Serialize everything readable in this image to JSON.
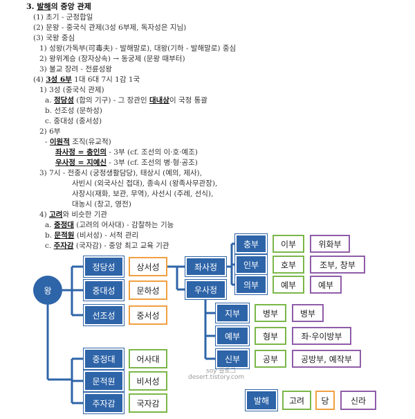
{
  "outline": {
    "heading_prefix": "3. ",
    "heading_u": "발해",
    "heading_rest": "의 중앙 관제",
    "l1": "(1) 초기 - 군정합일",
    "l2": "(2) 문왕 - 중국식 관제(3성 6부제, 독자성은 지님)",
    "l3": "(3) 국왕 중심",
    "l4": "1) 성왕(가독부(可毒夫) - 발해말로), 대왕(기하 - 발해말로) 중심",
    "l5": "2) 왕위계승 (장자상속) → 동궁제 (문왕 때부터)",
    "l6": "3) 불교 장려 - 전륜성왕",
    "l7_pre": "(4) ",
    "l7_u": "3성 6부",
    "l7_rest": " 1대 6대 7시 1감 1국",
    "l8": "1) 3성 (중국식 관제)",
    "l9_pre": "a. ",
    "l9_u": "정당성",
    "l9_mid": " (합의 기구) - 그 장관인 ",
    "l9_u2": "대내상",
    "l9_rest": "이 국정 통괄",
    "l10": "b. 선조성 (문하성)",
    "l11": "c. 중대성 (중서성)",
    "l12": "2) 6부",
    "l13_pre": "- ",
    "l13_u": "이원적",
    "l13_rest": " 조직(유교적)",
    "l14_u": "좌사정 = 충인의",
    "l14_rest": " - 3부 (cf. 조선의 이·호·예조)",
    "l15_u": "우사정 = 지예신",
    "l15_rest": " - 3부 (cf. 조선의 병·형·공조)",
    "l16": "3) 7시 - 전중시 (궁정생활담당), 태상시 (예의, 제사),",
    "l17": "사빈시 (외국사신 접대), 종속시 (왕족사무관장),",
    "l18": "사장시(재화, 보관, 무역), 사선시 (주례, 선식),",
    "l19": "대농시 (창고, 영전)",
    "l20_pre": "4) ",
    "l20_u": "고려",
    "l20_rest": "와 비슷한 기관",
    "l21_pre": "a. ",
    "l21_u": "중정대",
    "l21_rest": " (고려의 어사대) - 감찰하는 기능",
    "l22_pre": "b. ",
    "l22_u": "문적원",
    "l22_rest": " (비서성) - 서적 관리",
    "l23_pre": "c. ",
    "l23_u": "주자감",
    "l23_rest": " (국자감) - 중앙 최고 교육 기관"
  },
  "diagram": {
    "king": "왕",
    "samseong": [
      {
        "name": "정당성",
        "goryeo": "상서성"
      },
      {
        "name": "중대성",
        "goryeo": "문하성"
      },
      {
        "name": "선조성",
        "goryeo": "중서성"
      }
    ],
    "jwa": "좌사정",
    "u": "우사정",
    "jwa_bu": [
      {
        "name": "충부",
        "joseon": "이부",
        "tang": "위화부"
      },
      {
        "name": "인부",
        "joseon": "호부",
        "tang": "조부, 창부"
      },
      {
        "name": "의부",
        "joseon": "예부",
        "tang": "예부"
      }
    ],
    "u_bu": [
      {
        "name": "지부",
        "joseon": "병부",
        "tang": "병부"
      },
      {
        "name": "예부",
        "joseon": "형부",
        "tang": "좌·우이방부"
      },
      {
        "name": "신부",
        "joseon": "공부",
        "tang": "공방부, 예작부"
      }
    ],
    "others": [
      {
        "name": "중정대",
        "goryeo": "어사대"
      },
      {
        "name": "문적원",
        "goryeo": "비서성"
      },
      {
        "name": "주자감",
        "goryeo": "국자감"
      }
    ],
    "watermark1": "soy 블로그",
    "watermark2": "desert.tistory.com",
    "legend": {
      "balhae": "발해",
      "goryeo": "고려",
      "dang": "당",
      "silla": "신라"
    },
    "colors": {
      "blue": "#2e64a8",
      "green": "#7ab648",
      "orange": "#f0a040",
      "purple": "#8e5ca8"
    }
  }
}
